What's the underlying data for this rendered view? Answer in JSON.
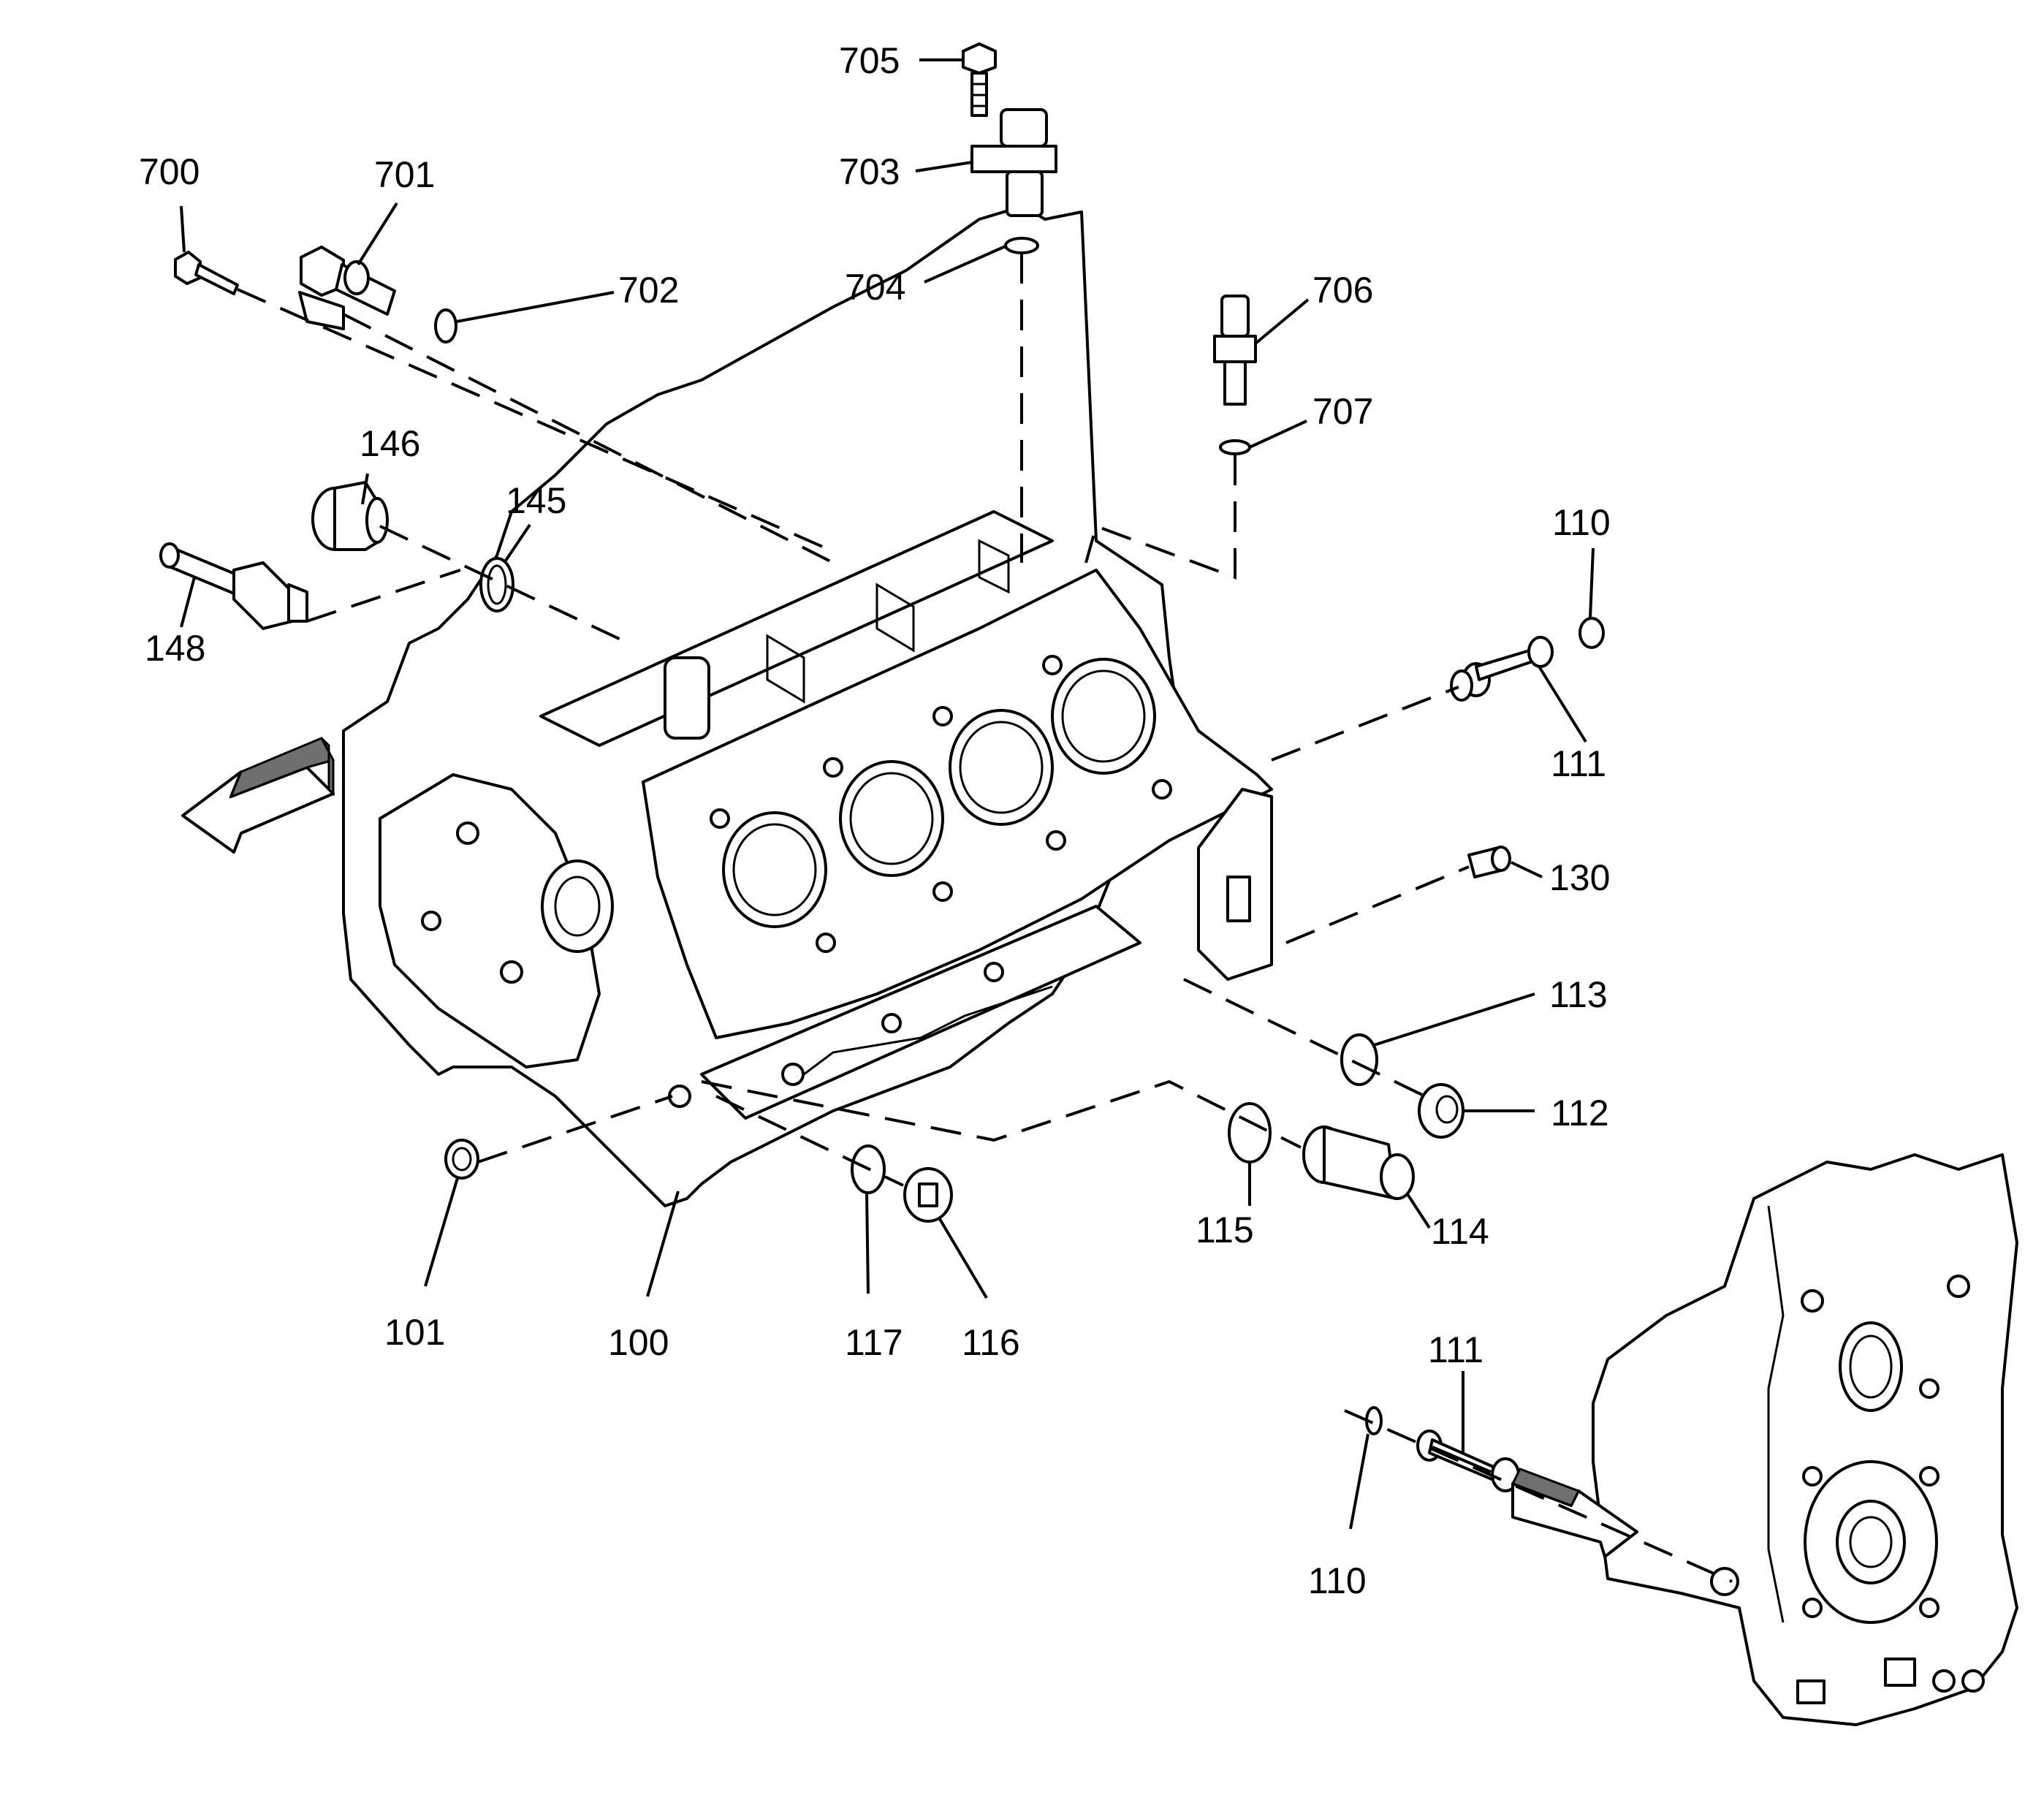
{
  "callouts": {
    "c705": "705",
    "c703": "703",
    "c704": "704",
    "c700": "700",
    "c701": "701",
    "c702": "702",
    "c706": "706",
    "c707": "707",
    "c146": "146",
    "c145": "145",
    "c148": "148",
    "c110a": "110",
    "c111a": "111",
    "c130": "130",
    "c113": "113",
    "c112": "112",
    "c115": "115",
    "c114": "114",
    "c101": "101",
    "c100": "100",
    "c117": "117",
    "c116": "116",
    "c111b": "111",
    "c110b": "110"
  },
  "icons": {
    "front_arrow": "direction-arrow-icon",
    "rear_arrow": "direction-arrow-icon"
  }
}
